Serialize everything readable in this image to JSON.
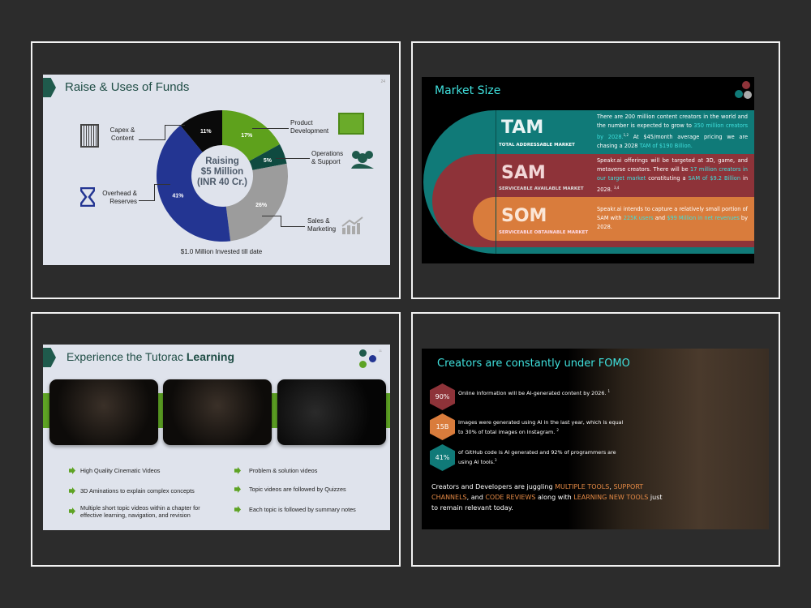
{
  "slides": [
    {
      "title": "Raise & Uses of Funds",
      "page_number": "24",
      "center": [
        "Raising",
        "$5 Million",
        "(INR 40 Cr.)"
      ],
      "footer": "$1.0 Million Invested till date",
      "labels": {
        "capex": "Capex & Content",
        "product": "Product Development",
        "operations": "Operations & Support",
        "overhead": "Overhead & Reserves",
        "sales": "Sales & Marketing"
      },
      "icons": [
        "building-icon",
        "box-icon",
        "people-icon",
        "hourglass-icon",
        "growth-chart-icon"
      ]
    },
    {
      "title": "Market Size",
      "tiers": [
        {
          "abbr": "TAM",
          "full": "TOTAL ADDRESSABLE MARKET",
          "text": [
            "There are 200 million content creators in the world and the number is expected to grow to ",
            "350 million creators by 2028.",
            "1,2",
            " At $45/month average pricing we are chasing a 2028 ",
            "TAM of $190 Billion."
          ]
        },
        {
          "abbr": "SAM",
          "full": "SERVICEABLE AVAILABLE MARKET",
          "text": [
            "Speakr.ai offerings will be targeted at 3D, game, and metaverse creators. There will be ",
            "17 million creators in our target market",
            " constituting a ",
            "SAM of $9.2 Billion",
            " in 2028. ",
            "3,4"
          ]
        },
        {
          "abbr": "SOM",
          "full": "SERVICEABLE OBTAINABLE MARKET",
          "text": [
            "Speakr.ai intends to capture a relatively small portion of SAM with ",
            "225K users",
            " and ",
            "$99 Million in net revenues",
            " by 2028."
          ]
        }
      ],
      "colors": {
        "tam": "#107a78",
        "sam": "#8e3339",
        "som": "#d97c3c",
        "accent": "#3fe0dd"
      }
    },
    {
      "title_plain": "Experience the Tutorac ",
      "title_bold": "Learning",
      "page_number": "11",
      "bullets_left": [
        "High Quality Cinematic Videos",
        "3D Aminations to explain complex concepts",
        "Multiple short topic videos within a chapter for effective learning, navigation, and revision"
      ],
      "bullets_right": [
        "Problem & solution videos",
        "Topic videos are followed by Quizzes",
        "Each topic is followed by summary notes"
      ]
    },
    {
      "title": "Creators are constantly under FOMO",
      "stats": [
        {
          "value": "90%",
          "text": "Online information will be AI-generated content by 2026.",
          "ref": "1",
          "color": "#8e3339"
        },
        {
          "value": "15B",
          "text": "Images were generated using AI in the last year, which is equal to 30% of total images on Instagram.",
          "ref": "2",
          "color": "#d97c3c"
        },
        {
          "value": "41%",
          "text": "of GitHub code is AI generated and 92% of programmers are using AI tools.",
          "ref": "3",
          "color": "#107a78"
        }
      ],
      "closing": [
        "Creators and Developers are juggling ",
        "MULTIPLE TOOLS",
        ", ",
        "SUPPORT CHANNELS",
        ", and ",
        "CODE REVIEWS",
        " along with ",
        "LEARNING NEW TOOLS",
        " just to remain relevant today."
      ]
    }
  ],
  "chart_data": {
    "type": "pie",
    "categories": [
      "Product Development",
      "Operations & Support",
      "Sales & Marketing",
      "Overhead & Reserves",
      "Capex & Content"
    ],
    "values": [
      17,
      5,
      26,
      41,
      11
    ],
    "labels": [
      "17%",
      "5%",
      "26%",
      "41%",
      "11%"
    ],
    "colors": [
      "#5ea11c",
      "#0f4a40",
      "#9c9c9c",
      "#233592",
      "#0a0a0a"
    ]
  }
}
